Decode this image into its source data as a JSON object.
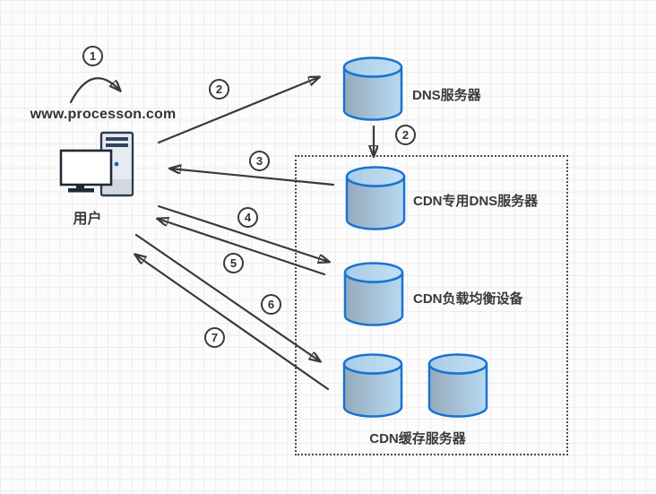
{
  "diagram": {
    "url_text": "www.processon.com",
    "user_label": "用户",
    "nodes": {
      "dns": "DNS服务器",
      "cdn_dns": "CDN专用DNS服务器",
      "cdn_lb": "CDN负载均衡设备",
      "cdn_cache": "CDN缓存服务器"
    },
    "badges": [
      "1",
      "2",
      "2",
      "3",
      "4",
      "5",
      "6",
      "7"
    ]
  },
  "colors": {
    "cylinder_stroke": "#1a73d2",
    "cylinder_body_left": "#96a9bc",
    "cylinder_body_right": "#b7daf2",
    "cylinder_top_left": "#a9cbe4",
    "cylinder_top_right": "#c2e1f6",
    "arrow_line": "#3a3a3a",
    "text": "#3a3a3a",
    "dashed_border": "#4c4c4c",
    "grid_line": "#ececec",
    "background": "#fcfcfc",
    "tower_fill": "#e6ebf1",
    "tower_stripe": "#33445a",
    "power_dot": "#1467c8"
  }
}
